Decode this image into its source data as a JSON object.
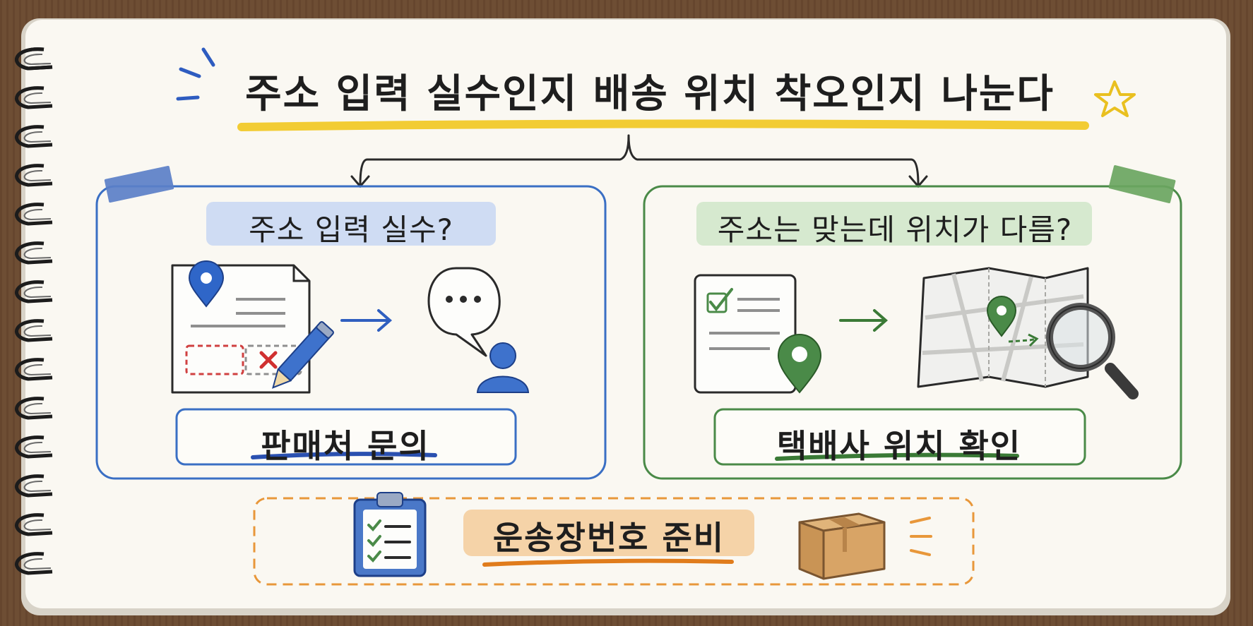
{
  "title": "주소 입력 실수인지 배송 위치 착오인지 나눈다",
  "left_branch": {
    "question": "주소 입력 실수?",
    "action": "판매처 문의",
    "color": "#3a6fc4"
  },
  "right_branch": {
    "question": "주소는 맞는데 위치가 다름?",
    "action": "택배사 위치 확인",
    "color": "#4a8a48"
  },
  "bottom": {
    "label": "운송장번호 준비",
    "color": "#e8973a"
  },
  "icons": {
    "left_diagram": [
      "location-pin-icon",
      "address-form-icon",
      "error-x-icon",
      "pencil-icon",
      "arrow-right-icon",
      "speech-bubble-icon",
      "person-icon"
    ],
    "right_diagram": [
      "checklist-document-icon",
      "location-pin-icon",
      "arrow-right-icon",
      "map-icon",
      "magnifier-icon"
    ],
    "bottom_row": [
      "clipboard-checklist-icon",
      "package-box-icon"
    ]
  }
}
